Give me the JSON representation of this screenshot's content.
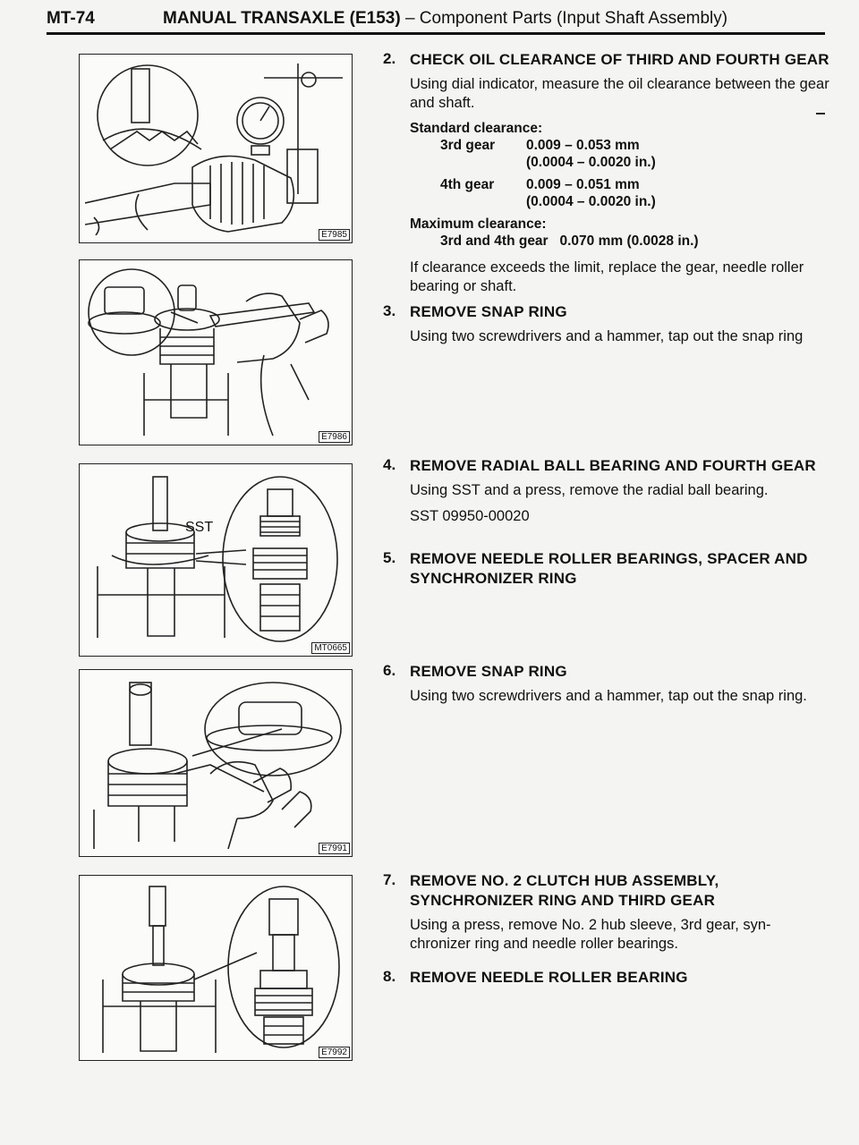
{
  "header": {
    "code": "MT-74",
    "title_bold": "MANUAL TRANSAXLE (E153)",
    "title_rest": " – Component Parts (Input Shaft Assembly)"
  },
  "figures": [
    {
      "id": "E7985"
    },
    {
      "id": "E7986"
    },
    {
      "id": "MT0665",
      "label": "SST"
    },
    {
      "id": "E7991"
    },
    {
      "id": "E7992"
    }
  ],
  "steps": [
    {
      "num": "2.",
      "heading": "CHECK OIL CLEARANCE OF THIRD AND FOURTH GEAR",
      "body": "Using dial indicator, measure the oil clearance between the gear and shaft.",
      "spec": {
        "standard_label": "Standard clearance:",
        "third_label": "3rd gear",
        "third_mm": "0.009 – 0.053 mm",
        "third_in": "(0.0004 – 0.0020 in.)",
        "fourth_label": "4th gear",
        "fourth_mm": "0.009 – 0.051 mm",
        "fourth_in": "(0.0004 – 0.0020 in.)",
        "max_label": "Maximum clearance:",
        "max_value": "3rd and 4th gear   0.070 mm (0.0028 in.)"
      },
      "after": "If clearance exceeds the limit, replace the gear, needle roller bearing or shaft."
    },
    {
      "num": "3.",
      "heading": "REMOVE SNAP RING",
      "body": "Using two screwdrivers and a hammer, tap out the snap ring"
    },
    {
      "num": "4.",
      "heading": "REMOVE RADIAL BALL BEARING AND FOURTH GEAR",
      "body": "Using SST and a press, remove the radial ball bearing.",
      "sst": "SST 09950-00020"
    },
    {
      "num": "5.",
      "heading": "REMOVE NEEDLE ROLLER BEARINGS, SPACER AND SYNCHRONIZER RING"
    },
    {
      "num": "6.",
      "heading": "REMOVE SNAP RING",
      "body": "Using two screwdrivers and a hammer, tap out the snap ring."
    },
    {
      "num": "7.",
      "heading": "REMOVE NO. 2 CLUTCH HUB ASSEMBLY, SYNCHRONIZER RING AND THIRD GEAR",
      "body": "Using a press, remove No. 2 hub sleeve, 3rd gear, syn-chronizer ring and needle roller bearings."
    },
    {
      "num": "8.",
      "heading": "REMOVE NEEDLE ROLLER BEARING"
    }
  ]
}
